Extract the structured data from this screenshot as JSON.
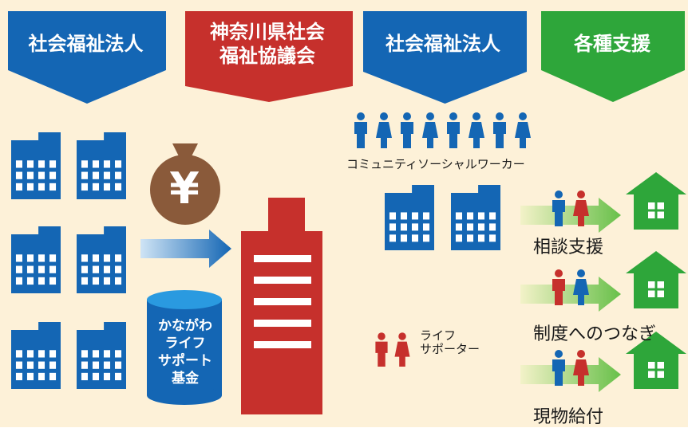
{
  "banners": [
    {
      "label": "社会福祉法人",
      "color": "#1466b4"
    },
    {
      "label": "神奈川県社会\n福祉協議会",
      "color": "#c6302c"
    },
    {
      "label": "社会福祉法人",
      "color": "#1466b4"
    },
    {
      "label": "各種支援",
      "color": "#2ea63a"
    }
  ],
  "fund": {
    "symbol": "¥",
    "label": "かながわ\nライフ\nサポート\n基金"
  },
  "community_social_worker": "コミュニティソーシャルワーカー",
  "life_supporter": "ライフ\nサポーター",
  "supports": [
    {
      "label": "相談支援"
    },
    {
      "label": "制度へのつなぎ"
    },
    {
      "label": "現物給付"
    }
  ],
  "colors": {
    "background": "#fdf1d8",
    "blue": "#1466b4",
    "red": "#c6302c",
    "green": "#2ea63a",
    "brown": "#8a5a3a",
    "cylinder_top": "#2a9ae0"
  },
  "icons": {
    "building": "office-building-icon",
    "moneybag": "money-bag-icon",
    "person": "person-icon",
    "house": "house-icon",
    "arrow": "arrow-right-icon"
  }
}
